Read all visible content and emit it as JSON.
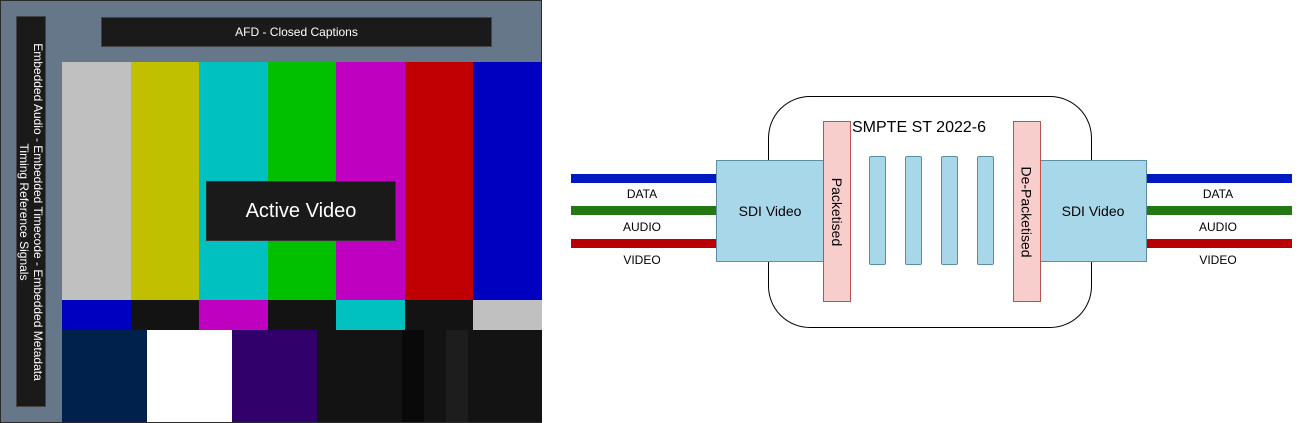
{
  "sdi_frame": {
    "side_label_lines": [
      "Embedded Audio - Embedded Timecode - Embedded Metadata",
      "Timing Reference Signals"
    ],
    "afd_label": "AFD - Closed Captions",
    "active_video_label": "Active Video",
    "color_bars": [
      "#c0c0c0",
      "#c0c000",
      "#00c0c0",
      "#00c000",
      "#c000c0",
      "#c00000",
      "#0000c0"
    ],
    "reverse_bars": [
      "#0000c0",
      "#131313",
      "#c000c0",
      "#131313",
      "#00c0c0",
      "#131313",
      "#c0c0c0"
    ],
    "bottom_blocks": [
      "#00214c",
      "#ffffff",
      "#32006a",
      "#131313",
      "#090909",
      "#131313",
      "#1d1d1d",
      "#131313"
    ]
  },
  "diagram": {
    "title": "SMPTE ST 2022-6",
    "sdi_in_label": "SDI Video",
    "sdi_out_label": "SDI Video",
    "packetiser_label": "Packetised",
    "depacketiser_label": "De-Packetised",
    "packet_count": 4,
    "signals": [
      {
        "name": "DATA",
        "color": "#0019c0"
      },
      {
        "name": "AUDIO",
        "color": "#237812"
      },
      {
        "name": "VIDEO",
        "color": "#b80000"
      }
    ]
  }
}
